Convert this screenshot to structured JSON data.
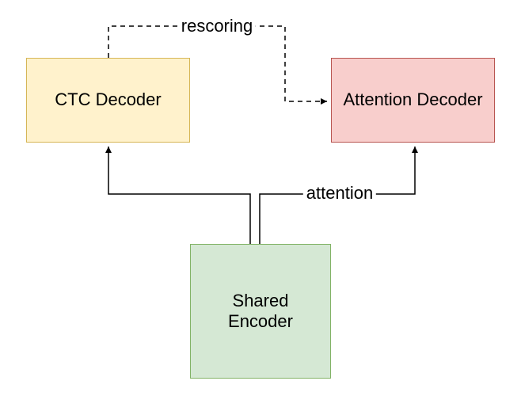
{
  "diagram": {
    "nodes": {
      "ctc_decoder": {
        "label": "CTC Decoder",
        "fill": "#fff2cc",
        "stroke": "#d6b656"
      },
      "attention_decoder": {
        "label": "Attention Decoder",
        "fill": "#f8cecc",
        "stroke": "#b85450"
      },
      "shared_encoder": {
        "label": "Shared\nEncoder",
        "fill": "#d5e8d4",
        "stroke": "#82b366"
      }
    },
    "edges": {
      "rescoring": {
        "label": "rescoring",
        "style": "dashed",
        "from": "ctc_decoder",
        "to": "attention_decoder"
      },
      "attention": {
        "label": "attention",
        "style": "solid",
        "from": "shared_encoder",
        "to": "attention_decoder"
      },
      "encoder_to_ctc": {
        "label": "",
        "style": "solid",
        "from": "shared_encoder",
        "to": "ctc_decoder"
      }
    },
    "line_color": "#000000"
  }
}
